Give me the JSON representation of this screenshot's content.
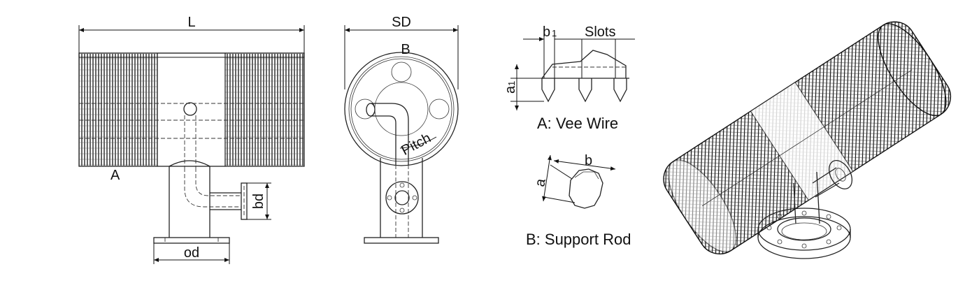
{
  "labels": {
    "length": "L",
    "section_a": "A",
    "outlet_diameter": "od",
    "branch_diameter": "bd",
    "screen_diameter": "SD",
    "section_b": "B",
    "pitch": "Pitch",
    "slot_width": "b",
    "slot_width_sub": "1",
    "slots": "Slots",
    "wire_height": "a",
    "wire_height_sub": "1",
    "rod_width": "b",
    "rod_height": "a"
  },
  "captions": {
    "vee_wire": "A: Vee Wire",
    "support_rod": "B: Support Rod"
  },
  "colors": {
    "line": "#222222",
    "background": "#ffffff"
  }
}
